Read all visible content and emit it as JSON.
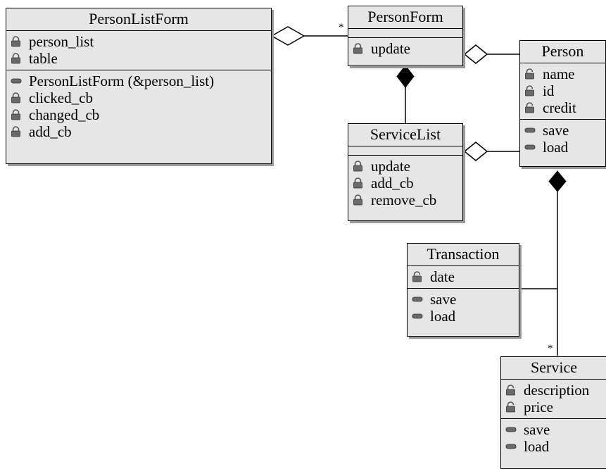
{
  "classes": {
    "personlistform": {
      "name": "PersonListForm",
      "attributes": [
        {
          "icon": "lock-icon",
          "text": "person_list"
        },
        {
          "icon": "lock-icon",
          "text": "table"
        }
      ],
      "operations": [
        {
          "icon": "operation-icon",
          "text": "PersonListForm (&person_list)"
        },
        {
          "icon": "lock-icon",
          "text": "clicked_cb"
        },
        {
          "icon": "lock-icon",
          "text": "changed_cb"
        },
        {
          "icon": "lock-icon",
          "text": "add_cb"
        }
      ]
    },
    "personform": {
      "name": "PersonForm",
      "attributes": [],
      "operations": [
        {
          "icon": "lock-icon",
          "text": "update"
        }
      ]
    },
    "person": {
      "name": "Person",
      "attributes": [
        {
          "icon": "open-lock-icon",
          "text": "name"
        },
        {
          "icon": "open-lock-icon",
          "text": "id"
        },
        {
          "icon": "open-lock-icon",
          "text": "credit"
        }
      ],
      "operations": [
        {
          "icon": "operation-icon",
          "text": "save"
        },
        {
          "icon": "operation-icon",
          "text": "load"
        }
      ]
    },
    "servicelist": {
      "name": "ServiceList",
      "attributes": [],
      "operations": [
        {
          "icon": "lock-icon",
          "text": "update"
        },
        {
          "icon": "lock-icon",
          "text": "add_cb"
        },
        {
          "icon": "lock-icon",
          "text": "remove_cb"
        }
      ]
    },
    "transaction": {
      "name": "Transaction",
      "attributes": [
        {
          "icon": "open-lock-icon",
          "text": "date"
        }
      ],
      "operations": [
        {
          "icon": "operation-icon",
          "text": "save"
        },
        {
          "icon": "operation-icon",
          "text": "load"
        }
      ]
    },
    "service": {
      "name": "Service",
      "attributes": [
        {
          "icon": "open-lock-icon",
          "text": "description"
        },
        {
          "icon": "open-lock-icon",
          "text": "price"
        }
      ],
      "operations": [
        {
          "icon": "operation-icon",
          "text": "save"
        },
        {
          "icon": "operation-icon",
          "text": "load"
        }
      ]
    }
  },
  "associations": [
    {
      "name": "personlistform-personform",
      "type": "aggregation",
      "multiplicity": "*"
    },
    {
      "name": "personform-person",
      "type": "aggregation"
    },
    {
      "name": "personform-servicelist",
      "type": "composition"
    },
    {
      "name": "servicelist-person",
      "type": "aggregation"
    },
    {
      "name": "person-service",
      "type": "composition",
      "multiplicity": "*"
    },
    {
      "name": "transaction-association-class",
      "type": "association-class-link"
    }
  ],
  "colors": {
    "class_fill": "#e6e6e6",
    "shadow": "#9a9a9a",
    "line": "#000000"
  }
}
